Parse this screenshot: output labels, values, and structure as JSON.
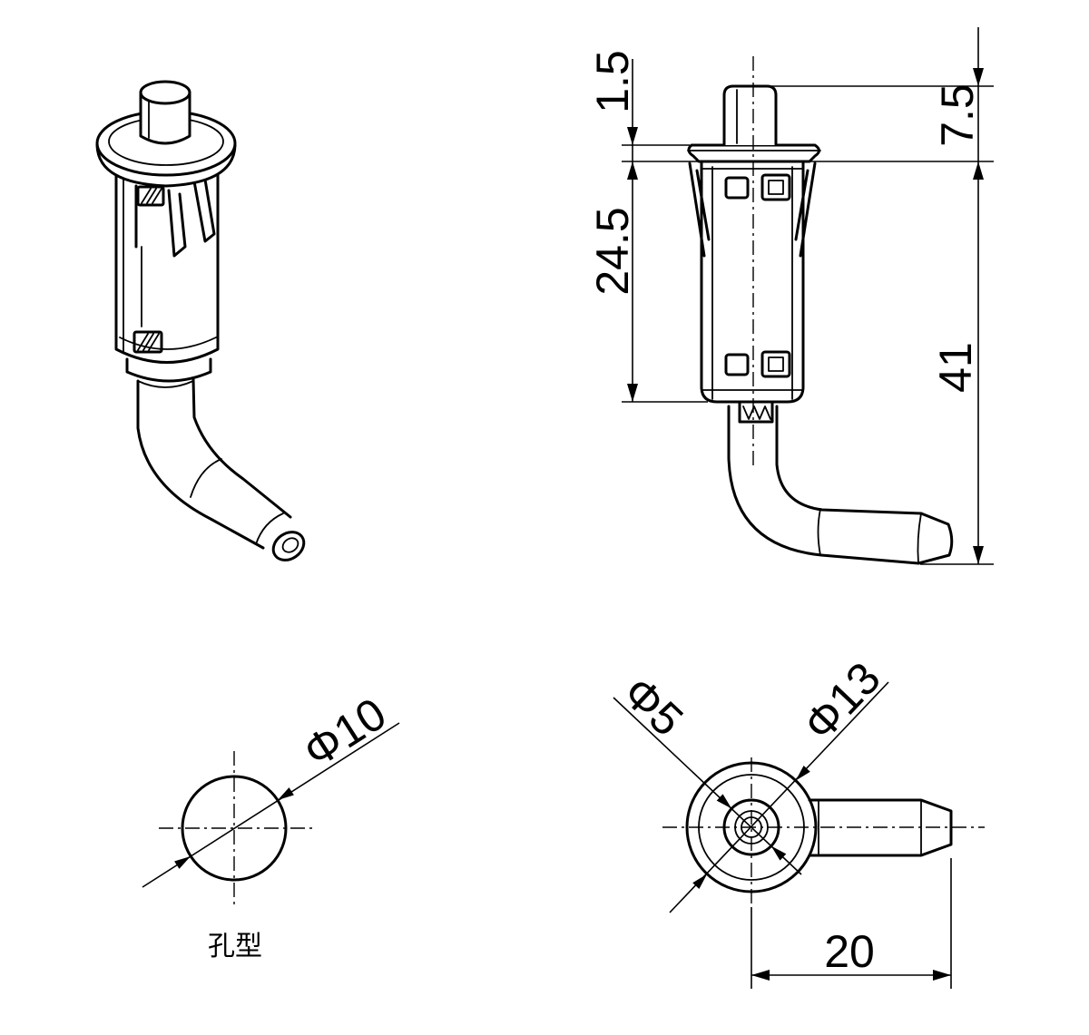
{
  "side_view": {
    "dim_top_gap": "1.5",
    "dim_plunger": "7.5",
    "dim_body": "24.5",
    "dim_overall": "41"
  },
  "hole_view": {
    "diameter": "Φ10",
    "caption": "孔型"
  },
  "top_view": {
    "inner_diameter": "Φ5",
    "outer_diameter": "Φ13",
    "tube_offset": "20"
  },
  "colors": {
    "ink": "#000000",
    "paper": "#ffffff"
  }
}
